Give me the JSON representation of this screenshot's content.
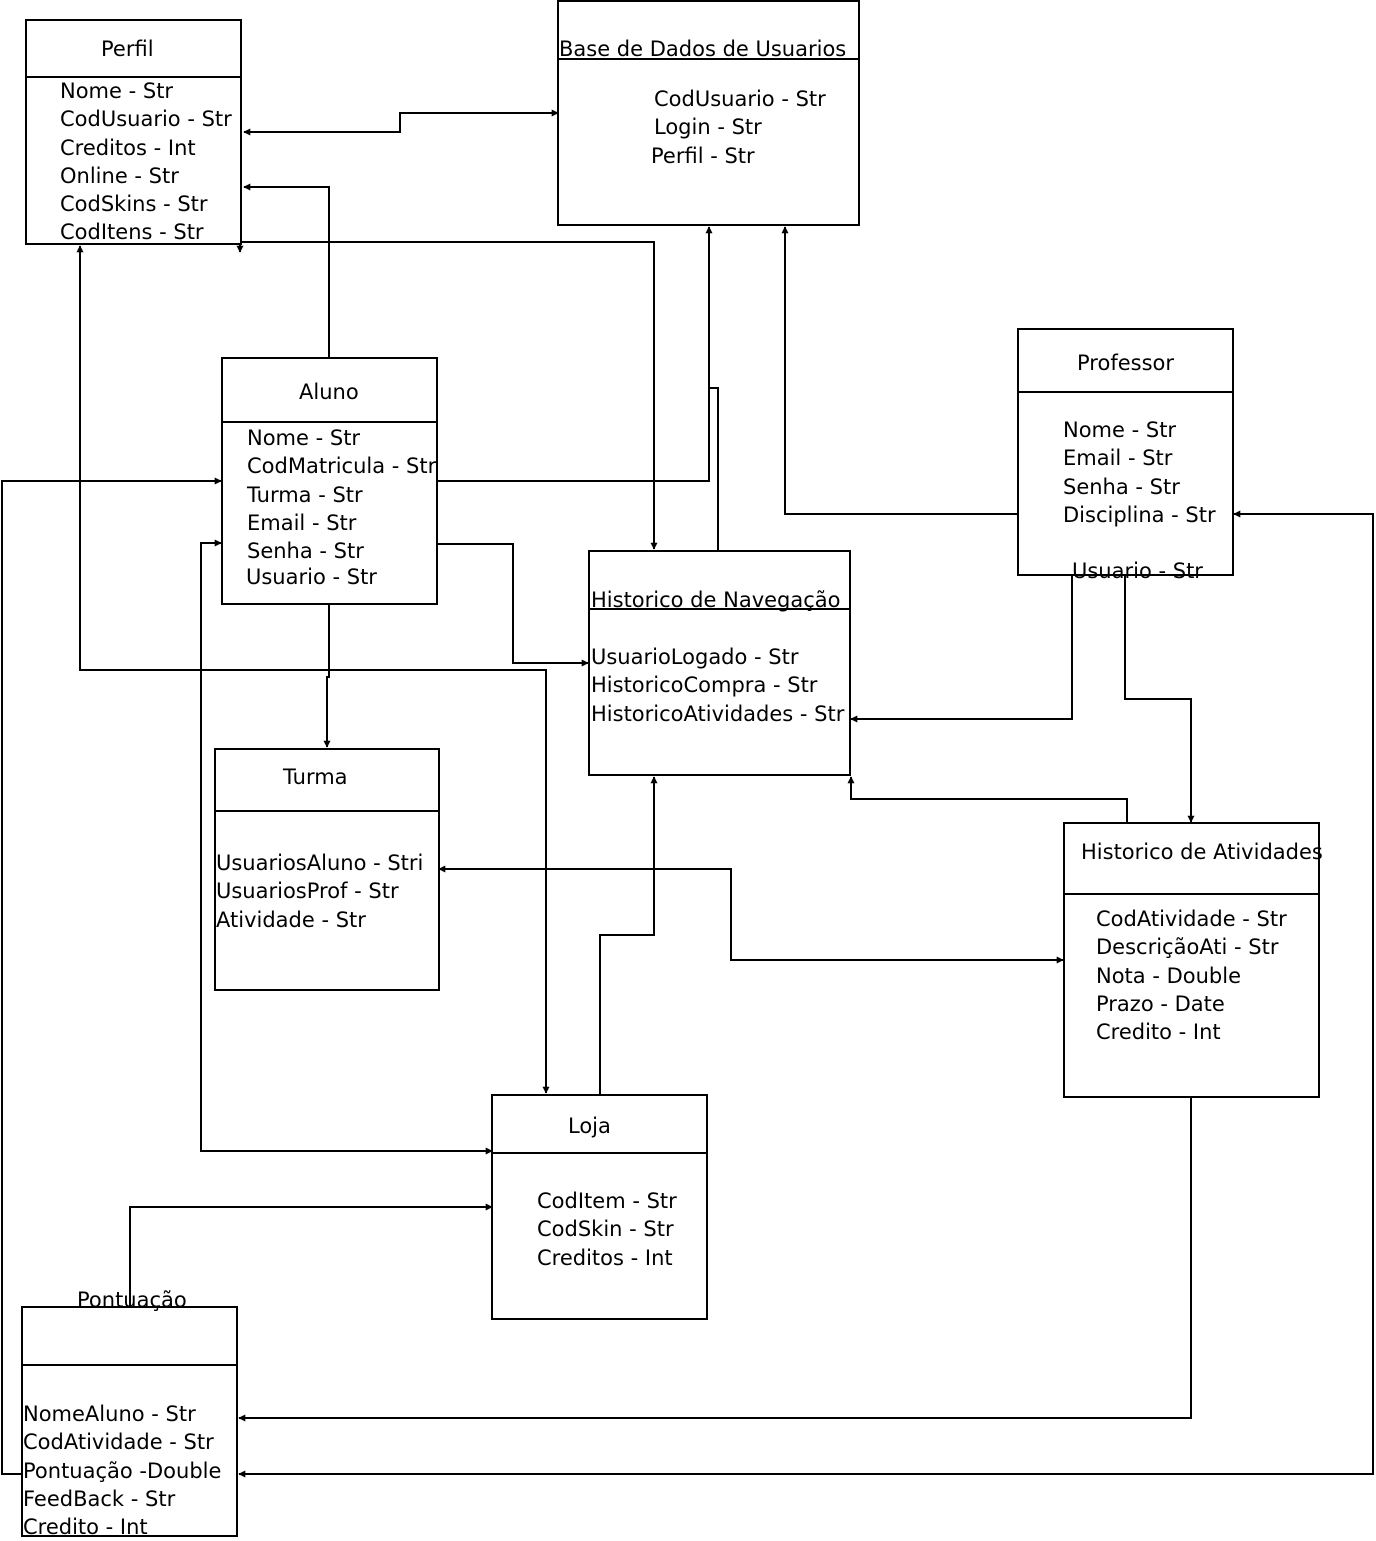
{
  "entities": {
    "perfil": {
      "title": "Perfil",
      "fields": [
        "Nome - Str",
        "CodUsuario - Str",
        "Creditos - Int",
        "Online - Str",
        "CodSkins - Str",
        "CodItens - Str"
      ]
    },
    "base": {
      "title": "Base de Dados de Usuarios",
      "fields": [
        "CodUsuario - Str",
        "Login - Str",
        "Perfil - Str"
      ]
    },
    "professor": {
      "title": "Professor",
      "fields": [
        "Nome - Str",
        "Email - Str",
        "Senha - Str",
        "Disciplina - Str",
        "",
        "Usuario - Str"
      ]
    },
    "aluno": {
      "title": "Aluno",
      "fields": [
        "Nome - Str",
        "CodMatricula - Str",
        "Turma - Str",
        "Email - Str",
        "Senha - Str",
        "Usuario - Str"
      ]
    },
    "historico_nav": {
      "title": "Historico de Navegação",
      "fields": [
        "UsuarioLogado - Str",
        "HistoricoCompra - Str",
        "HistoricoAtividades - Str"
      ]
    },
    "turma": {
      "title": "Turma",
      "fields": [
        "UsuariosAluno - Stri",
        "UsuariosProf - Str",
        "Atividade - Str"
      ]
    },
    "historico_ativ": {
      "title": "Historico de Atividades",
      "fields": [
        "CodAtividade - Str",
        "DescriçãoAti - Str",
        "Nota - Double",
        "Prazo - Date",
        "Credito - Int"
      ]
    },
    "loja": {
      "title": "Loja",
      "fields": [
        "CodItem - Str",
        "CodSkin - Str",
        "Creditos - Int"
      ]
    },
    "pontuacao": {
      "title": "Pontuação",
      "fields": [
        "NomeAluno - Str",
        "CodAtividade - Str",
        "Pontuação -Double",
        "FeedBack - Str",
        "Credito - Int"
      ]
    }
  }
}
